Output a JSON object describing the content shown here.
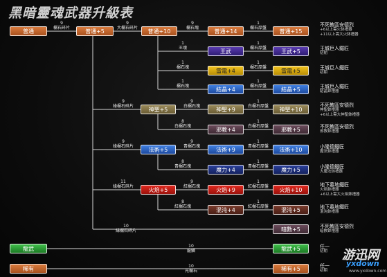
{
  "title": "黑暗靈魂武器升級表",
  "nodes": {
    "n_base": "普通",
    "n_p5": "普通+5",
    "n_p10": "普通+10",
    "n_p14": "普通+14",
    "n_p15": "普通+15",
    "n_wang": "王武",
    "n_wang5": "王武+5",
    "n_lei4": "雷電+4",
    "n_lei5": "雷電+5",
    "n_jie4": "結晶+4",
    "n_jie5": "結晶+5",
    "n_shen5": "神聖+5",
    "n_shen9": "神聖+9",
    "n_shen10": "神聖+10",
    "n_xie4": "邪教+4",
    "n_xie5": "邪教+5",
    "n_fa5": "法術+5",
    "n_fa9": "法術+9",
    "n_fa10": "法術+10",
    "n_mo4": "魔力+4",
    "n_mo5": "魔力+5",
    "n_huo5": "火焰+5",
    "n_huo9": "火焰+9",
    "n_huo10": "火焰+10",
    "n_hun4": "混沌+4",
    "n_hun5": "混沌+5",
    "n_an5": "暗數+5",
    "n_long": "龍武",
    "n_long5": "龍武+5",
    "n_xi": "稀有",
    "n_xi5": "稀有+5"
  },
  "labels": {
    "l1": [
      "9",
      "榍石碎片"
    ],
    "l2": [
      "9",
      "大榍石碎片"
    ],
    "l3": [
      "9",
      "榍石塊"
    ],
    "l4": [
      "1",
      "榍石厚盤"
    ],
    "l5": [
      "1",
      "王魂"
    ],
    "l6": [
      "1",
      "榍石厚盤"
    ],
    "l7": [
      "1",
      "榍石塊"
    ],
    "l8": [
      "1",
      "榍石厚盤"
    ],
    "l9": [
      "1",
      "榍石塊"
    ],
    "l10": [
      "1",
      "榍石厚盤"
    ],
    "l11": [
      "9",
      "綠榍石碎片"
    ],
    "l12": [
      "9",
      "白榍石塊"
    ],
    "l13": [
      "1",
      "白榍石厚盤"
    ],
    "l14": [
      "8",
      "白榍石塊"
    ],
    "l15": [
      "1",
      "白榍石厚盤"
    ],
    "l16": [
      "9",
      "綠榍石碎片"
    ],
    "l17": [
      "9",
      "青榍石塊"
    ],
    "l18": [
      "1",
      "青榍石厚盤"
    ],
    "l19": [
      "8",
      "青榍石塊"
    ],
    "l20": [
      "1",
      "青榍石厚盤"
    ],
    "l21": [
      "11",
      "綠榍石碎片"
    ],
    "l22": [
      "9",
      "紅榍石塊"
    ],
    "l23": [
      "1",
      "紅榍石厚盤"
    ],
    "l24": [
      "8",
      "紅榍石塊"
    ],
    "l25": [
      "1",
      "紅榍石厚盤"
    ],
    "l26": [
      "10",
      "綠榍石碎片"
    ],
    "l27": [
      "10",
      "龍鱗"
    ],
    "l28": [
      "10",
      "光榍石"
    ]
  },
  "descs": [
    [
      "不死教區安德烈",
      "+6以上需火鉢禮器",
      "+11以上需大火鉢禮器"
    ],
    [
      "王城巨人鐵匠",
      "初期"
    ],
    [
      "王城巨人鐵匠",
      "初期"
    ],
    [
      "王城巨人鐵匠",
      "結晶鉢禮器"
    ],
    [
      "不死教區安德烈",
      "神聖鉢禮器",
      "+6以上需大神聖鉢禮器"
    ],
    [
      "不死教區安德烈",
      "邪教鉢禮器"
    ],
    [
      "小隆德鐵匠",
      "魔法鉢禮器"
    ],
    [
      "小隆德鐵匠",
      "大魔法鉢禮器"
    ],
    [
      "地下墓地鐵匠",
      "火焰鉢禮器",
      "+6以上需大火焰鉢禮器"
    ],
    [
      "地下墓地鐵匠",
      "混沌鉢禮器"
    ],
    [
      "不死教區安德烈",
      "暗數鉢禮器"
    ],
    [
      "任一",
      "初期"
    ],
    [
      "任一",
      "初期"
    ]
  ],
  "watermark": {
    "big": "游迅网",
    "mid": "yxdown",
    "url": "www.yxdown.com"
  }
}
